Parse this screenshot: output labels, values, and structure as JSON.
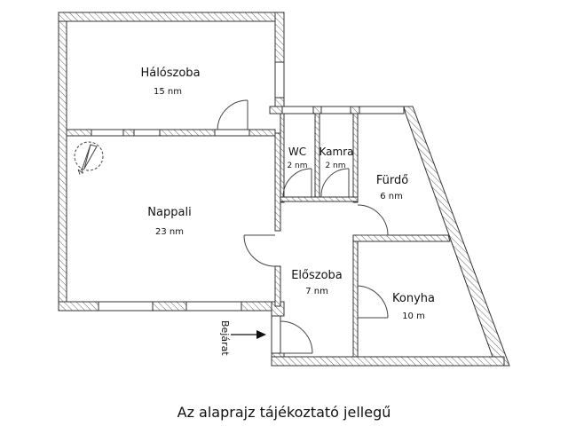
{
  "plan": {
    "rooms": [
      {
        "name": "Hálószoba",
        "area": "15 nm"
      },
      {
        "name": "Nappali",
        "area": "23 nm"
      },
      {
        "name": "WC",
        "area": "2 nm"
      },
      {
        "name": "Kamra",
        "area": "2 nm"
      },
      {
        "name": "Fürdő",
        "area": "6 nm"
      },
      {
        "name": "Előszoba",
        "area": "7 nm"
      },
      {
        "name": "Konyha",
        "area": "10 m"
      }
    ],
    "entrance_label": "Bejárat",
    "compass_label": "N"
  },
  "caption": "Az alaprajz tájékoztató jellegű",
  "colors": {
    "wall_stroke": "#333333",
    "hatch": "#555555",
    "background": "#ffffff"
  }
}
